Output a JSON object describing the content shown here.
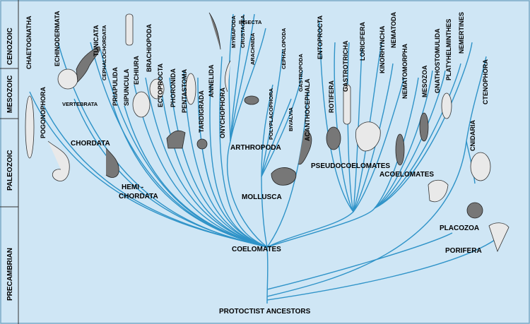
{
  "eras": [
    "CENOZOIC",
    "MESOZOIC",
    "PALEOZOIC",
    "PRECAMBRIAN"
  ],
  "root": "PROTOCTIST ANCESTORS",
  "groups": {
    "coelomates": "COELOMATES",
    "chordata": "CHORDATA",
    "hemichordata_1": "HEMI -",
    "hemichordata_2": "CHORDATA",
    "arthropoda": "ARTHROPODA",
    "mollusca": "MOLLUSCA",
    "pseudocoelomates": "PSEUDOCOELOMATES",
    "acoelomates": "ACOELOMATES",
    "placozoa": "PLACOZOA",
    "porifera": "PORIFERA",
    "cnidaria": "CNIDARIA"
  },
  "phyla": {
    "chaetognatha": "CHAETOGNATHA",
    "echinodermata": "ECHINODERMATA",
    "pogonophora": "POGONOPHORA",
    "vertebrata": "VERTEBRATA",
    "tunicata": "TUNICATA",
    "cephalochordata": "CEPHALOCHORDATA",
    "priapulida": "PRIAPULIDA",
    "sipuncula": "SIPUNCULA",
    "echiura": "ECHIURA",
    "brachiopoda": "BRACHIOPODA",
    "ectoprocta": "ECTOPROCTA",
    "phoronida": "PHORONIDA",
    "pentastoma": "PENTASTOMA",
    "tardigrada": "TARDIGRADA",
    "annelida": "ANNELIDA",
    "onychophora": "ONYCHOPHORA",
    "myriapoda": "MYRIAPODA",
    "crustacea": "CRUSTACEA",
    "arachnida": "ARACHNIDA",
    "insecta": "INSECTA",
    "polyplacophora": "POLYPLACOPHORA",
    "cephalopoda": "CEPHALOPODA",
    "bivalvia": "BIVALVIA",
    "gastropoda": "GASTROPODA",
    "acanthocephala": "ACANTHOCEPHALA",
    "entoprocta": "ENTOPROCTA",
    "rotifera": "ROTIFERA",
    "gastrotricha": "GASTROTRICHA",
    "loricifera": "LORICIFERA",
    "kinorhyncha": "KINORHYNCHA",
    "nematoda": "NEMATODA",
    "nematomorpha": "NEMATOMORPHA",
    "mesozoa": "MESOZOA",
    "gnathostomulida": "GNATHOSTOMULIDA",
    "platyhelminthes": "PLATYHELMINTHES",
    "nemertines": "NEMERTINES",
    "ctenophora": "CTENOPHORA"
  },
  "colors": {
    "background": "#cfe6f5",
    "branch": "#2f93c8",
    "text": "#000000"
  }
}
